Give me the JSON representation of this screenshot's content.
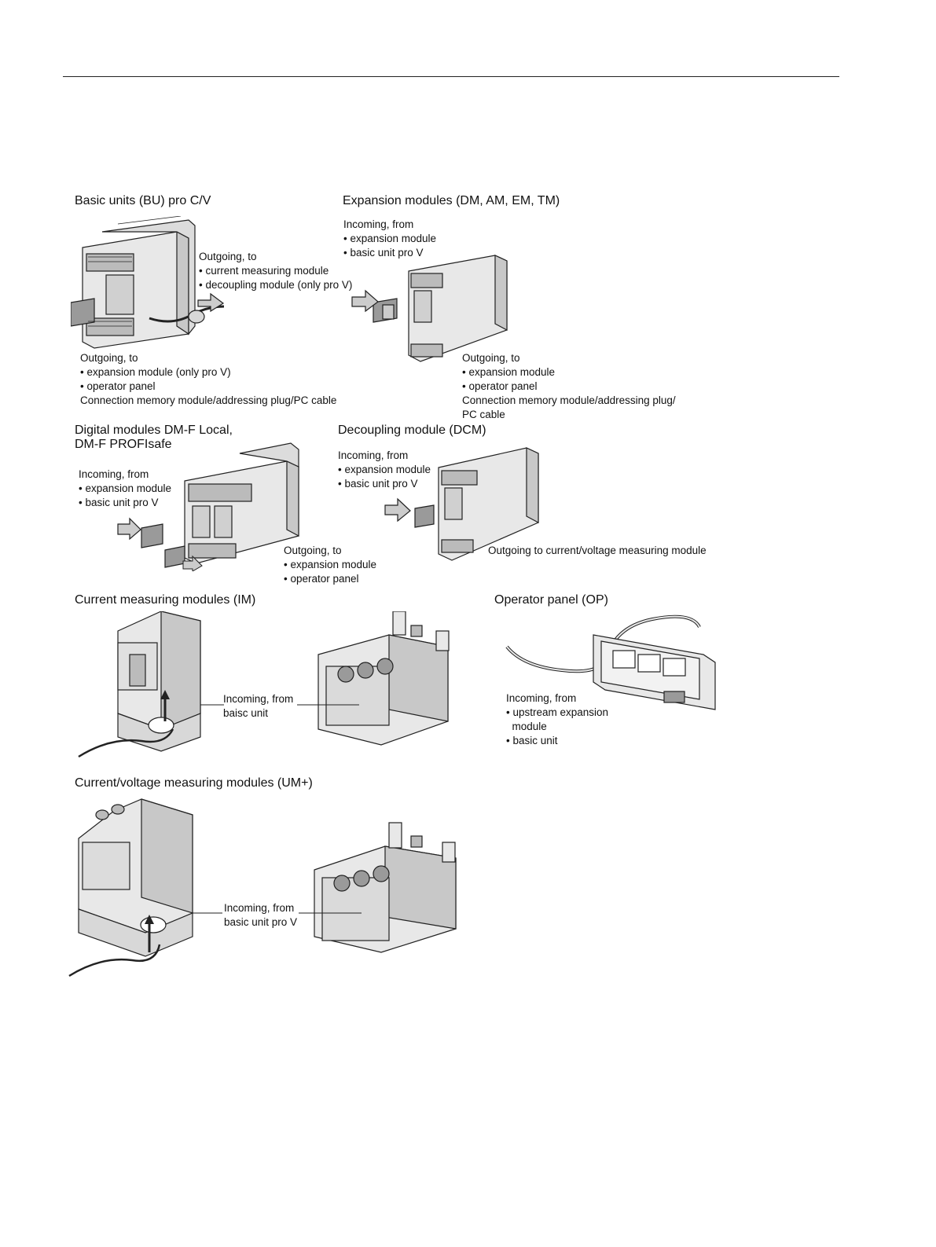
{
  "sections": {
    "basic_units": {
      "heading": "Basic units (BU) pro C/V",
      "outgoing_right": [
        "Outgoing, to",
        "• current measuring module",
        "• decoupling module (only pro V)"
      ],
      "outgoing_bottom": [
        "Outgoing, to",
        "• expansion module (only pro V)",
        "• operator panel",
        "Connection memory module/addressing plug/PC cable"
      ]
    },
    "expansion_modules": {
      "heading": "Expansion modules (DM, AM, EM, TM)",
      "incoming": [
        "Incoming, from",
        "• expansion module",
        "• basic unit pro V"
      ],
      "outgoing": [
        "Outgoing, to",
        "• expansion module",
        "• operator panel",
        "Connection memory module/addressing plug/",
        "PC cable"
      ]
    },
    "digital_modules": {
      "heading_line1": "Digital modules DM-F Local,",
      "heading_line2": "DM-F PROFIsafe",
      "incoming": [
        "Incoming, from",
        "• expansion module",
        "• basic unit pro V"
      ],
      "outgoing": [
        "Outgoing, to",
        "• expansion module",
        "• operator panel"
      ]
    },
    "decoupling_module": {
      "heading": "Decoupling module (DCM)",
      "incoming": [
        "Incoming, from",
        "• expansion module",
        "• basic unit pro V"
      ],
      "outgoing": "Outgoing to current/voltage measuring module"
    },
    "current_measuring": {
      "heading": "Current measuring modules (IM)",
      "incoming": [
        "Incoming,  from",
        "baisc unit"
      ]
    },
    "operator_panel": {
      "heading": "Operator panel (OP)",
      "incoming": [
        "Incoming, from",
        "• upstream expansion",
        "  module",
        "• basic unit"
      ]
    },
    "current_voltage_measuring": {
      "heading": "Current/voltage measuring modules (UM+)",
      "incoming": [
        "Incoming, from",
        "basic unit pro V"
      ]
    }
  },
  "colors": {
    "ink": "#222222",
    "body_fill": "#e8e8e8",
    "shade_fill": "#c8c8c8",
    "dark_fill": "#9a9a9a"
  }
}
